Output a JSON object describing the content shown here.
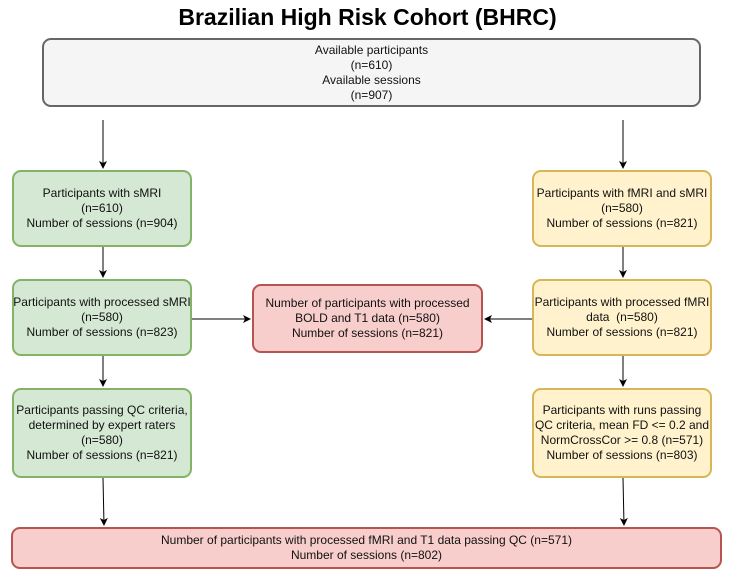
{
  "title": "Brazilian High Risk Cohort (BHRC)",
  "boxes": {
    "top": [
      "Available participants",
      "(n=610)",
      "Available sessions",
      "(n=907)"
    ],
    "smri": [
      "Participants with sMRI",
      "(n=610)",
      "Number of sessions (n=904)"
    ],
    "processed_smri": [
      "Participants with processed sMRI",
      "(n=580)",
      "Number of sessions (n=823)"
    ],
    "qc_smri": [
      "Participants passing QC criteria,",
      "determined by expert raters",
      "(n=580)",
      "Number of sessions (n=821)"
    ],
    "fmri": [
      "Participants with fMRI and sMRI",
      "(n=580)",
      "Number of sessions (n=821)"
    ],
    "processed_fmri": [
      "Participants with processed fMRI",
      "data  (n=580)",
      "Number of sessions (n=821)"
    ],
    "qc_fmri": [
      "Participants with runs passing",
      "QC criteria, mean FD <= 0.2 and",
      "NormCrossCor >= 0.8 (n=571)",
      "Number of sessions (n=803)"
    ],
    "processed_bold_t1": [
      "Number of participants with processed",
      "BOLD and T1 data (n=580)",
      "Number of sessions (n=821)"
    ],
    "final": [
      "Number of participants with processed fMRI and T1 data passing QC (n=571)",
      "Number of sessions (n=802)"
    ]
  },
  "colors": {
    "gray_fill": "#f5f5f5",
    "gray_border": "#666666",
    "green_fill": "#d5e8d4",
    "green_border": "#82b366",
    "yellow_fill": "#fff2cc",
    "yellow_border": "#d6b656",
    "red_fill": "#f8cecc",
    "red_border": "#b85450"
  }
}
